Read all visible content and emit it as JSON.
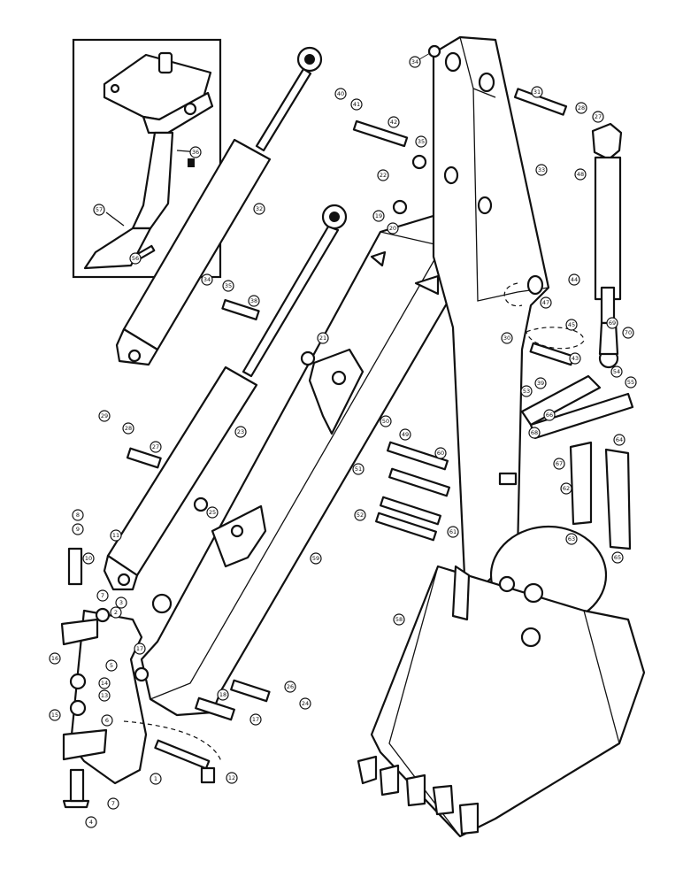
{
  "diagram": {
    "callouts": [
      {
        "id": "c34a",
        "label": "34"
      },
      {
        "id": "c40a",
        "label": "40"
      },
      {
        "id": "c41a",
        "label": "41"
      },
      {
        "id": "c42",
        "label": "42"
      },
      {
        "id": "c35a",
        "label": "35"
      },
      {
        "id": "c31",
        "label": "31"
      },
      {
        "id": "c28a",
        "label": "28"
      },
      {
        "id": "c27a",
        "label": "27"
      },
      {
        "id": "c33",
        "label": "33"
      },
      {
        "id": "c22",
        "label": "22"
      },
      {
        "id": "c19",
        "label": "19"
      },
      {
        "id": "c20",
        "label": "20"
      },
      {
        "id": "c36",
        "label": "36"
      },
      {
        "id": "c32",
        "label": "32"
      },
      {
        "id": "c48",
        "label": "48"
      },
      {
        "id": "c57",
        "label": "57"
      },
      {
        "id": "c56",
        "label": "56"
      },
      {
        "id": "c34b",
        "label": "34"
      },
      {
        "id": "c35b",
        "label": "35"
      },
      {
        "id": "c38",
        "label": "38"
      },
      {
        "id": "c21",
        "label": "21"
      },
      {
        "id": "c30",
        "label": "30"
      },
      {
        "id": "c47",
        "label": "47"
      },
      {
        "id": "c44",
        "label": "44"
      },
      {
        "id": "c45",
        "label": "45"
      },
      {
        "id": "c43",
        "label": "43"
      },
      {
        "id": "c39",
        "label": "39"
      },
      {
        "id": "c53",
        "label": "53"
      },
      {
        "id": "c54",
        "label": "54"
      },
      {
        "id": "c55",
        "label": "55"
      },
      {
        "id": "c29a",
        "label": "29"
      },
      {
        "id": "c28b",
        "label": "28"
      },
      {
        "id": "c27b",
        "label": "27"
      },
      {
        "id": "c23",
        "label": "23"
      },
      {
        "id": "c25",
        "label": "25"
      },
      {
        "id": "c50",
        "label": "50"
      },
      {
        "id": "c49",
        "label": "49"
      },
      {
        "id": "c51",
        "label": "51"
      },
      {
        "id": "c52",
        "label": "52"
      },
      {
        "id": "c8",
        "label": "8"
      },
      {
        "id": "c9",
        "label": "9"
      },
      {
        "id": "c10",
        "label": "10"
      },
      {
        "id": "c11",
        "label": "11"
      },
      {
        "id": "c7a",
        "label": "7"
      },
      {
        "id": "c3",
        "label": "3"
      },
      {
        "id": "c2",
        "label": "2"
      },
      {
        "id": "c5",
        "label": "5"
      },
      {
        "id": "c14",
        "label": "14"
      },
      {
        "id": "c13",
        "label": "13"
      },
      {
        "id": "c16",
        "label": "16"
      },
      {
        "id": "c15",
        "label": "15"
      },
      {
        "id": "c6",
        "label": "6"
      },
      {
        "id": "c17a",
        "label": "17"
      },
      {
        "id": "c18",
        "label": "18"
      },
      {
        "id": "c17b",
        "label": "17"
      },
      {
        "id": "c1",
        "label": "1"
      },
      {
        "id": "c12",
        "label": "12"
      },
      {
        "id": "c4",
        "label": "4"
      },
      {
        "id": "c7b",
        "label": "7"
      },
      {
        "id": "c24",
        "label": "24"
      },
      {
        "id": "c26",
        "label": "26"
      },
      {
        "id": "c60",
        "label": "60"
      },
      {
        "id": "c61",
        "label": "61"
      },
      {
        "id": "c59",
        "label": "59"
      },
      {
        "id": "c58",
        "label": "58"
      },
      {
        "id": "c62",
        "label": "62"
      },
      {
        "id": "c63",
        "label": "63"
      },
      {
        "id": "c64",
        "label": "64"
      },
      {
        "id": "c65",
        "label": "65"
      },
      {
        "id": "c66",
        "label": "66"
      },
      {
        "id": "c67",
        "label": "67"
      },
      {
        "id": "c68",
        "label": "68"
      },
      {
        "id": "c69",
        "label": "69"
      },
      {
        "id": "c70",
        "label": "70"
      }
    ]
  }
}
